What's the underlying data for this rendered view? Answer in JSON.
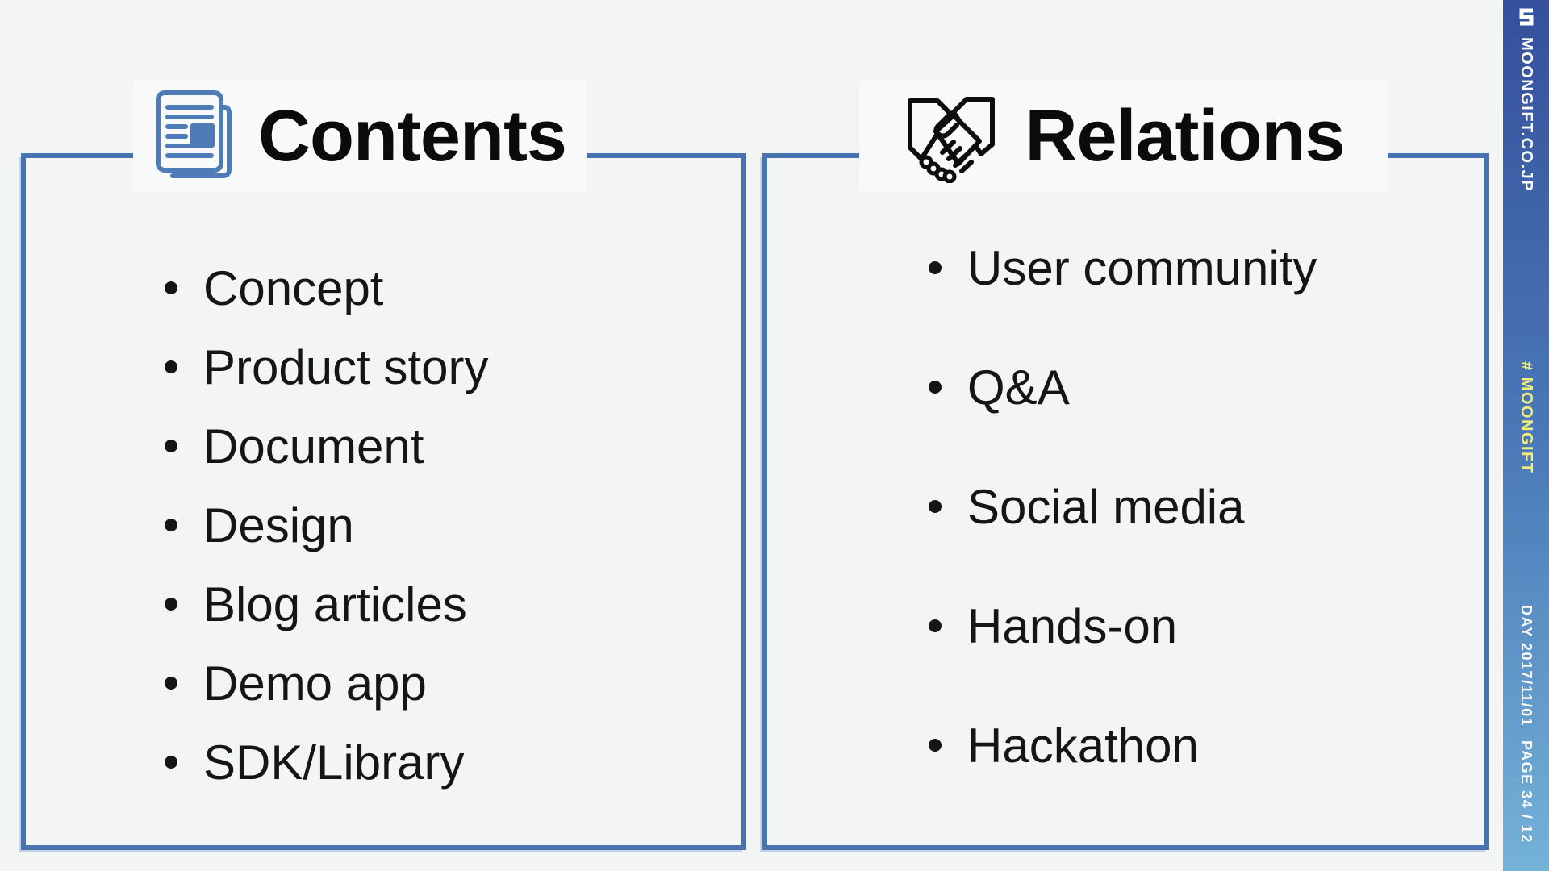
{
  "slide": {
    "background": "#f3f4f4",
    "accent_border_color": "#4973b0",
    "title_band_color": "#f8f9f9"
  },
  "panels": {
    "contents": {
      "title": "Contents",
      "icon": "newspaper-icon",
      "items": [
        "Concept",
        "Product story",
        "Document",
        "Design",
        "Blog articles",
        "Demo app",
        "SDK/Library"
      ]
    },
    "relations": {
      "title": "Relations",
      "icon": "handshake-icon",
      "items": [
        "User community",
        "Q&A",
        "Social media",
        "Hands-on",
        "Hackathon"
      ]
    }
  },
  "sidebar": {
    "logo": "moongift-logo",
    "domain": "MOONGIFT.CO.JP",
    "hashtag": "# MOONGIFT",
    "day_label": "DAY 2017/11/01",
    "page_label": "PAGE 34 / 12",
    "colors": {
      "gradient_top": "#36509c",
      "gradient_bottom": "#74b2d8",
      "text": "#ffffff",
      "hashtag_text": "#f1ee7e"
    }
  }
}
